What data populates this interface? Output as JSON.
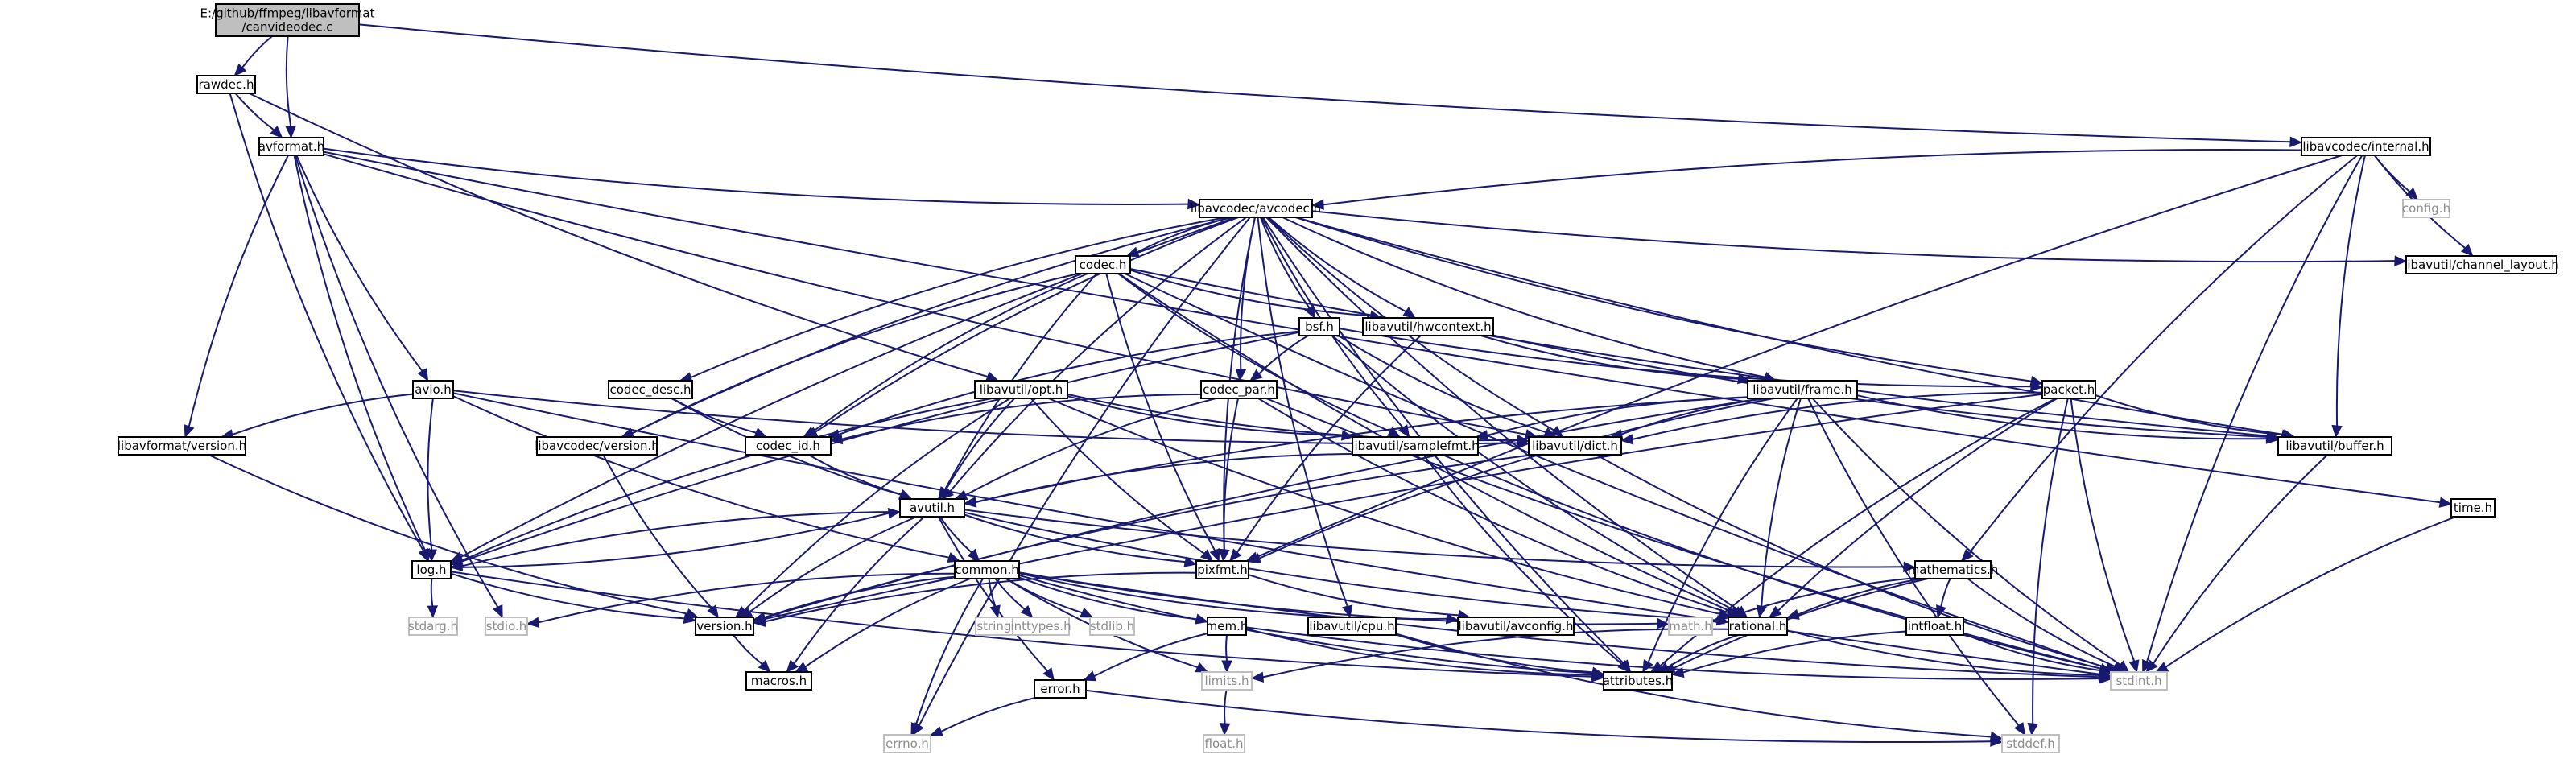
{
  "colors": {
    "edge": "#191970",
    "root_fill": "#bfbfbf",
    "node_border": "#000000",
    "external_border": "#bfbfbf",
    "external_text": "#8c8c8c"
  },
  "nodes": [
    {
      "id": "root",
      "lines": [
        "E:/github/ffmpeg/libavformat",
        "/canvideodec.c"
      ],
      "kind": "root"
    },
    {
      "id": "rawdec",
      "lines": [
        "rawdec.h"
      ],
      "kind": "internal"
    },
    {
      "id": "avformat",
      "lines": [
        "avformat.h"
      ],
      "kind": "internal"
    },
    {
      "id": "internal",
      "lines": [
        "libavcodec/internal.h"
      ],
      "kind": "internal"
    },
    {
      "id": "avcodec",
      "lines": [
        "libavcodec/avcodec.h"
      ],
      "kind": "internal"
    },
    {
      "id": "config",
      "lines": [
        "config.h"
      ],
      "kind": "external"
    },
    {
      "id": "channel_layout",
      "lines": [
        "libavutil/channel_layout.h"
      ],
      "kind": "internal"
    },
    {
      "id": "codec",
      "lines": [
        "codec.h"
      ],
      "kind": "internal"
    },
    {
      "id": "bsf",
      "lines": [
        "bsf.h"
      ],
      "kind": "internal"
    },
    {
      "id": "hwcontext",
      "lines": [
        "libavutil/hwcontext.h"
      ],
      "kind": "internal"
    },
    {
      "id": "avio",
      "lines": [
        "avio.h"
      ],
      "kind": "internal"
    },
    {
      "id": "codec_desc",
      "lines": [
        "codec_desc.h"
      ],
      "kind": "internal"
    },
    {
      "id": "opt",
      "lines": [
        "libavutil/opt.h"
      ],
      "kind": "internal"
    },
    {
      "id": "codec_par",
      "lines": [
        "codec_par.h"
      ],
      "kind": "internal"
    },
    {
      "id": "frame",
      "lines": [
        "libavutil/frame.h"
      ],
      "kind": "internal"
    },
    {
      "id": "packet",
      "lines": [
        "packet.h"
      ],
      "kind": "internal"
    },
    {
      "id": "lavf_version",
      "lines": [
        "libavformat/version.h"
      ],
      "kind": "internal"
    },
    {
      "id": "lavc_version",
      "lines": [
        "libavcodec/version.h"
      ],
      "kind": "internal"
    },
    {
      "id": "codec_id",
      "lines": [
        "codec_id.h"
      ],
      "kind": "internal"
    },
    {
      "id": "samplefmt",
      "lines": [
        "libavutil/samplefmt.h"
      ],
      "kind": "internal"
    },
    {
      "id": "dict",
      "lines": [
        "libavutil/dict.h"
      ],
      "kind": "internal"
    },
    {
      "id": "buffer",
      "lines": [
        "libavutil/buffer.h"
      ],
      "kind": "internal"
    },
    {
      "id": "time",
      "lines": [
        "time.h"
      ],
      "kind": "internal"
    },
    {
      "id": "avutil",
      "lines": [
        "avutil.h"
      ],
      "kind": "internal"
    },
    {
      "id": "log",
      "lines": [
        "log.h"
      ],
      "kind": "internal"
    },
    {
      "id": "common",
      "lines": [
        "common.h"
      ],
      "kind": "internal"
    },
    {
      "id": "pixfmt",
      "lines": [
        "pixfmt.h"
      ],
      "kind": "internal"
    },
    {
      "id": "mathematics",
      "lines": [
        "mathematics.h"
      ],
      "kind": "internal"
    },
    {
      "id": "stdarg",
      "lines": [
        "stdarg.h"
      ],
      "kind": "external"
    },
    {
      "id": "stdio",
      "lines": [
        "stdio.h"
      ],
      "kind": "external"
    },
    {
      "id": "version",
      "lines": [
        "version.h"
      ],
      "kind": "internal"
    },
    {
      "id": "string",
      "lines": [
        "string.h"
      ],
      "kind": "external"
    },
    {
      "id": "inttypes",
      "lines": [
        "inttypes.h"
      ],
      "kind": "external"
    },
    {
      "id": "stdlib",
      "lines": [
        "stdlib.h"
      ],
      "kind": "external"
    },
    {
      "id": "mem",
      "lines": [
        "mem.h"
      ],
      "kind": "internal"
    },
    {
      "id": "cpu",
      "lines": [
        "libavutil/cpu.h"
      ],
      "kind": "internal"
    },
    {
      "id": "avconfig",
      "lines": [
        "libavutil/avconfig.h"
      ],
      "kind": "internal"
    },
    {
      "id": "math",
      "lines": [
        "math.h"
      ],
      "kind": "external"
    },
    {
      "id": "rational",
      "lines": [
        "rational.h"
      ],
      "kind": "internal"
    },
    {
      "id": "intfloat",
      "lines": [
        "intfloat.h"
      ],
      "kind": "internal"
    },
    {
      "id": "stdint",
      "lines": [
        "stdint.h"
      ],
      "kind": "external"
    },
    {
      "id": "macros",
      "lines": [
        "macros.h"
      ],
      "kind": "internal"
    },
    {
      "id": "attributes",
      "lines": [
        "attributes.h"
      ],
      "kind": "internal"
    },
    {
      "id": "limits",
      "lines": [
        "limits.h"
      ],
      "kind": "external"
    },
    {
      "id": "error",
      "lines": [
        "error.h"
      ],
      "kind": "internal"
    },
    {
      "id": "errno",
      "lines": [
        "errno.h"
      ],
      "kind": "external"
    },
    {
      "id": "float",
      "lines": [
        "float.h"
      ],
      "kind": "external"
    },
    {
      "id": "stddef",
      "lines": [
        "stddef.h"
      ],
      "kind": "external"
    }
  ],
  "edges": [
    [
      "root",
      "rawdec"
    ],
    [
      "root",
      "avformat"
    ],
    [
      "root",
      "internal"
    ],
    [
      "rawdec",
      "avformat"
    ],
    [
      "rawdec",
      "log"
    ],
    [
      "rawdec",
      "opt"
    ],
    [
      "avformat",
      "avcodec"
    ],
    [
      "avformat",
      "avio"
    ],
    [
      "avformat",
      "lavf_version"
    ],
    [
      "avformat",
      "log"
    ],
    [
      "avformat",
      "time"
    ],
    [
      "avformat",
      "dict"
    ],
    [
      "avformat",
      "stdio"
    ],
    [
      "internal",
      "avcodec"
    ],
    [
      "internal",
      "config"
    ],
    [
      "internal",
      "channel_layout"
    ],
    [
      "internal",
      "buffer"
    ],
    [
      "internal",
      "pixfmt"
    ],
    [
      "internal",
      "mathematics"
    ],
    [
      "internal",
      "stdint"
    ],
    [
      "avcodec",
      "codec"
    ],
    [
      "avcodec",
      "bsf"
    ],
    [
      "avcodec",
      "hwcontext"
    ],
    [
      "avcodec",
      "codec_desc"
    ],
    [
      "avcodec",
      "codec_par"
    ],
    [
      "avcodec",
      "frame"
    ],
    [
      "avcodec",
      "packet"
    ],
    [
      "avcodec",
      "lavc_version"
    ],
    [
      "avcodec",
      "codec_id"
    ],
    [
      "avcodec",
      "samplefmt"
    ],
    [
      "avcodec",
      "dict"
    ],
    [
      "avcodec",
      "buffer"
    ],
    [
      "avcodec",
      "channel_layout"
    ],
    [
      "avcodec",
      "avutil"
    ],
    [
      "avcodec",
      "log"
    ],
    [
      "avcodec",
      "pixfmt"
    ],
    [
      "avcodec",
      "rational"
    ],
    [
      "avcodec",
      "attributes"
    ],
    [
      "avcodec",
      "errno"
    ],
    [
      "avcodec",
      "cpu"
    ],
    [
      "codec",
      "hwcontext"
    ],
    [
      "codec",
      "lavc_version"
    ],
    [
      "codec",
      "codec_id"
    ],
    [
      "codec",
      "samplefmt"
    ],
    [
      "codec",
      "avutil"
    ],
    [
      "codec",
      "pixfmt"
    ],
    [
      "codec",
      "rational"
    ],
    [
      "codec",
      "stdint"
    ],
    [
      "codec",
      "buffer"
    ],
    [
      "bsf",
      "codec_par"
    ],
    [
      "bsf",
      "codec_id"
    ],
    [
      "bsf",
      "packet"
    ],
    [
      "bsf",
      "dict"
    ],
    [
      "bsf",
      "log"
    ],
    [
      "bsf",
      "rational"
    ],
    [
      "hwcontext",
      "frame"
    ],
    [
      "hwcontext",
      "buffer"
    ],
    [
      "hwcontext",
      "pixfmt"
    ],
    [
      "avio",
      "lavf_version"
    ],
    [
      "avio",
      "log"
    ],
    [
      "avio",
      "dict"
    ],
    [
      "avio",
      "common"
    ],
    [
      "avio",
      "stdint"
    ],
    [
      "codec_desc",
      "codec_id"
    ],
    [
      "codec_desc",
      "avutil"
    ],
    [
      "opt",
      "avutil"
    ],
    [
      "opt",
      "dict"
    ],
    [
      "opt",
      "log"
    ],
    [
      "opt",
      "pixfmt"
    ],
    [
      "opt",
      "rational"
    ],
    [
      "opt",
      "samplefmt"
    ],
    [
      "opt",
      "version"
    ],
    [
      "codec_par",
      "codec_id"
    ],
    [
      "codec_par",
      "avutil"
    ],
    [
      "codec_par",
      "pixfmt"
    ],
    [
      "codec_par",
      "rational"
    ],
    [
      "codec_par",
      "stdint"
    ],
    [
      "frame",
      "avutil"
    ],
    [
      "frame",
      "buffer"
    ],
    [
      "frame",
      "dict"
    ],
    [
      "frame",
      "pixfmt"
    ],
    [
      "frame",
      "rational"
    ],
    [
      "frame",
      "samplefmt"
    ],
    [
      "frame",
      "version"
    ],
    [
      "frame",
      "stddef"
    ],
    [
      "frame",
      "stdint"
    ],
    [
      "frame",
      "attributes"
    ],
    [
      "packet",
      "buffer"
    ],
    [
      "packet",
      "dict"
    ],
    [
      "packet",
      "rational"
    ],
    [
      "packet",
      "attributes"
    ],
    [
      "packet",
      "stddef"
    ],
    [
      "packet",
      "stdint"
    ],
    [
      "packet",
      "version"
    ],
    [
      "lavf_version",
      "version"
    ],
    [
      "lavc_version",
      "version"
    ],
    [
      "codec_id",
      "avutil"
    ],
    [
      "samplefmt",
      "avutil"
    ],
    [
      "samplefmt",
      "attributes"
    ],
    [
      "samplefmt",
      "stdint"
    ],
    [
      "dict",
      "stdint"
    ],
    [
      "dict",
      "version"
    ],
    [
      "buffer",
      "stdint"
    ],
    [
      "time",
      "stdint"
    ],
    [
      "avutil",
      "common"
    ],
    [
      "avutil",
      "error"
    ],
    [
      "avutil",
      "version"
    ],
    [
      "avutil",
      "mathematics"
    ],
    [
      "avutil",
      "log"
    ],
    [
      "avutil",
      "pixfmt"
    ],
    [
      "avutil",
      "macros"
    ],
    [
      "avutil",
      "rational"
    ],
    [
      "log",
      "stdarg"
    ],
    [
      "log",
      "version"
    ],
    [
      "log",
      "attributes"
    ],
    [
      "log",
      "avutil"
    ],
    [
      "common",
      "errno"
    ],
    [
      "common",
      "inttypes"
    ],
    [
      "common",
      "limits"
    ],
    [
      "common",
      "math"
    ],
    [
      "common",
      "stdint"
    ],
    [
      "common",
      "stdio"
    ],
    [
      "common",
      "stdlib"
    ],
    [
      "common",
      "string"
    ],
    [
      "common",
      "attributes"
    ],
    [
      "common",
      "macros"
    ],
    [
      "common",
      "version"
    ],
    [
      "common",
      "avconfig"
    ],
    [
      "common",
      "mem"
    ],
    [
      "pixfmt",
      "avconfig"
    ],
    [
      "pixfmt",
      "version"
    ],
    [
      "mathematics",
      "stdint"
    ],
    [
      "mathematics",
      "math"
    ],
    [
      "mathematics",
      "attributes"
    ],
    [
      "mathematics",
      "rational"
    ],
    [
      "mathematics",
      "intfloat"
    ],
    [
      "mem",
      "limits"
    ],
    [
      "mem",
      "stdint"
    ],
    [
      "mem",
      "attributes"
    ],
    [
      "mem",
      "error"
    ],
    [
      "cpu",
      "attributes"
    ],
    [
      "cpu",
      "stddef"
    ],
    [
      "rational",
      "stdint"
    ],
    [
      "rational",
      "limits"
    ],
    [
      "rational",
      "attributes"
    ],
    [
      "intfloat",
      "stdint"
    ],
    [
      "intfloat",
      "attributes"
    ],
    [
      "version",
      "macros"
    ],
    [
      "limits",
      "float"
    ],
    [
      "error",
      "errno"
    ],
    [
      "error",
      "stddef"
    ]
  ]
}
